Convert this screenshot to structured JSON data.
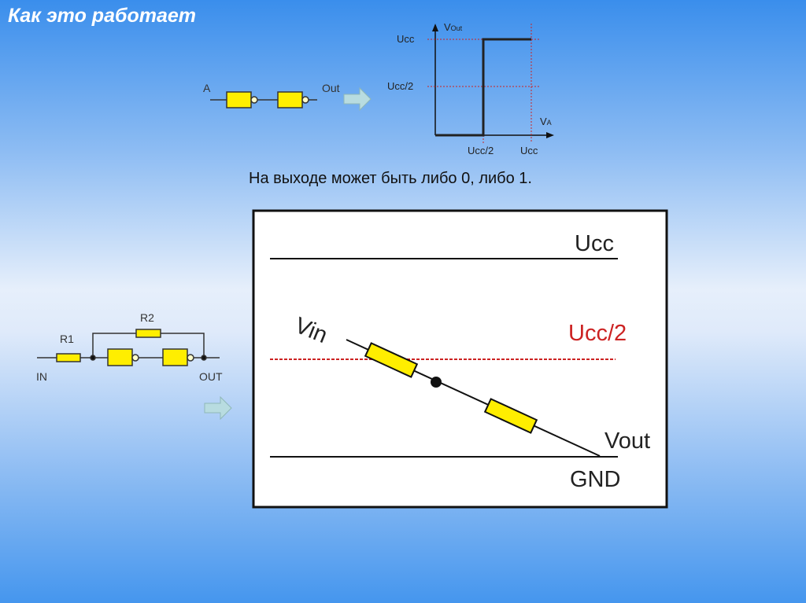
{
  "title": "Как это работает",
  "top_circuit": {
    "input_label": "A",
    "output_label": "Out"
  },
  "transfer_chart": {
    "y_axis": "V",
    "y_sub": "Out",
    "x_axis": "V",
    "x_sub": "A",
    "y_ticks": [
      "Ucc",
      "Ucc/2"
    ],
    "x_ticks": [
      "Ucc/2",
      "Ucc"
    ]
  },
  "caption": "На выходе может быть либо 0, либо 1.",
  "feedback_circuit": {
    "r1": "R1",
    "r2": "R2",
    "in": "IN",
    "out": "OUT"
  },
  "divider_box": {
    "ucc": "Ucc",
    "half": "Ucc/2",
    "vin": "Vin",
    "vout": "Vout",
    "gnd": "GND"
  },
  "colors": {
    "gate": "#ffee00",
    "dashed": "#cc2222"
  }
}
